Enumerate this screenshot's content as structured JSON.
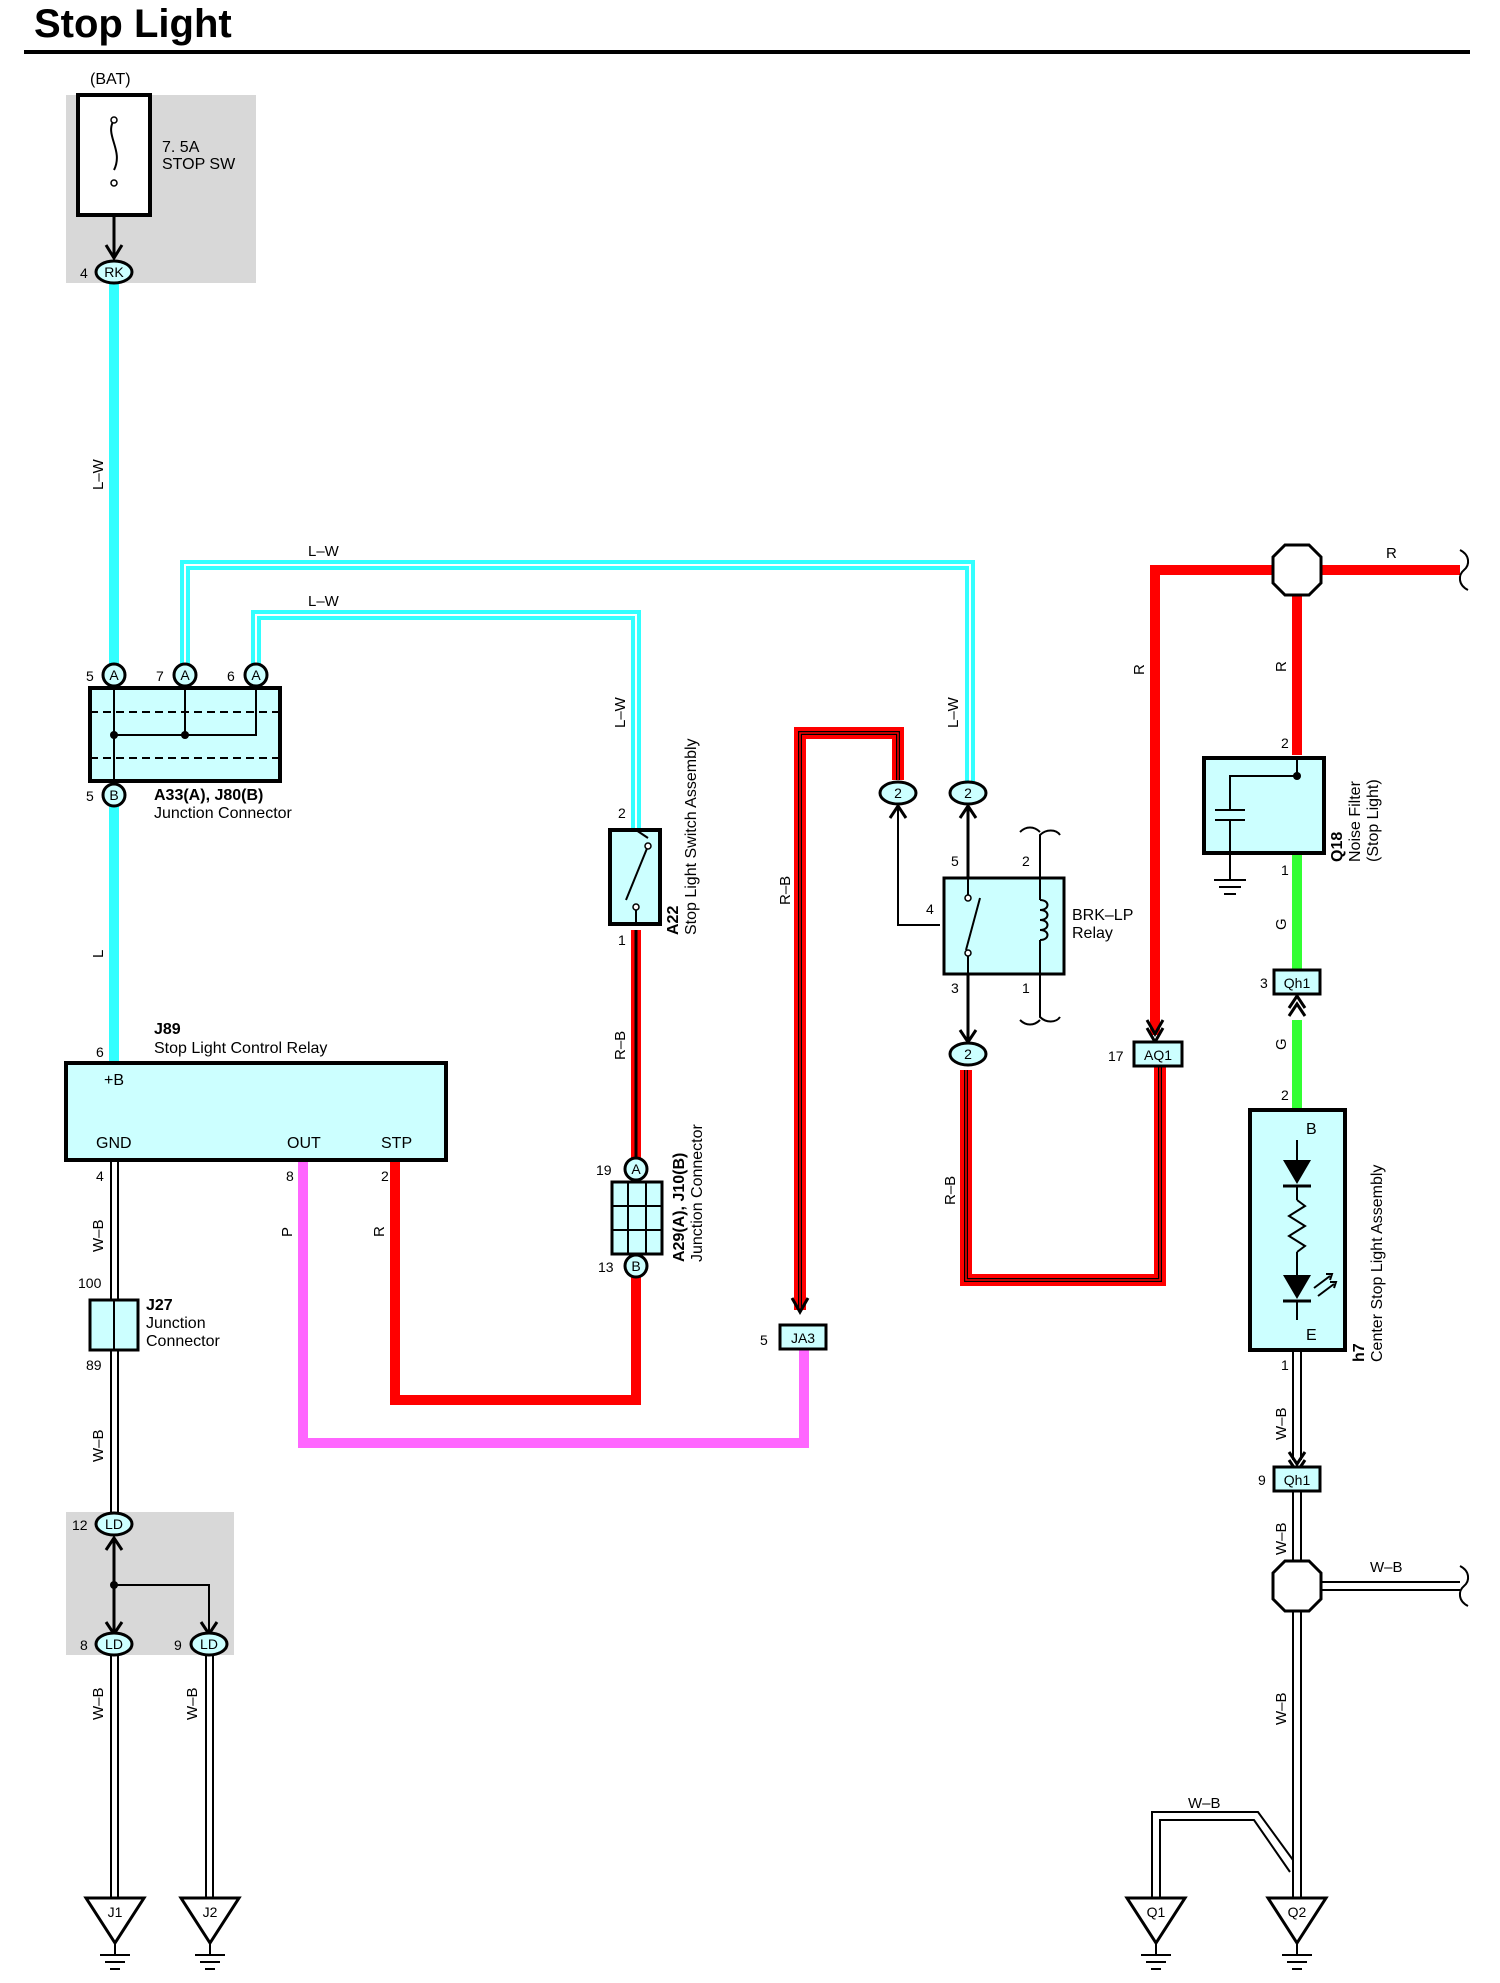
{
  "title": "Stop Light",
  "colors": {
    "light_blue": "#33ffff",
    "red": "#ff0000",
    "green": "#33ff33",
    "pink": "#ff66ff",
    "component_fill": "#ccffff",
    "shade": "#d8d8d8"
  },
  "power": {
    "source": "(BAT)",
    "fuse_rating": "7. 5A",
    "fuse_name": "STOP SW",
    "pin": "4",
    "connector": "RK"
  },
  "wire_labels": {
    "lw": "L–W",
    "l": "L",
    "rb": "R–B",
    "r": "R",
    "p": "P",
    "wb": "W–B",
    "g": "G"
  },
  "junction_a33": {
    "name": "A33(A), J80(B)",
    "desc": "Junction Connector",
    "pins": [
      "5",
      "7",
      "6",
      "5"
    ],
    "letters": [
      "A",
      "A",
      "A",
      "B"
    ]
  },
  "relay_j89": {
    "name": "J89",
    "desc": "Stop Light Control Relay",
    "terminals": {
      "b": "+B",
      "gnd": "GND",
      "out": "OUT",
      "stp": "STP"
    },
    "pins": {
      "b": "6",
      "gnd": "4",
      "out": "8",
      "stp": "2"
    }
  },
  "switch_a22": {
    "name": "A22",
    "desc": "Stop Light Switch Assembly",
    "pins": [
      "2",
      "1"
    ]
  },
  "junction_a29": {
    "name": "A29(A), J10(B)",
    "desc": "Junction Connector",
    "pins": [
      "19",
      "13"
    ],
    "letters": [
      "A",
      "B"
    ]
  },
  "junction_j27": {
    "name": "J27",
    "desc_line1": "Junction",
    "desc_line2": "Connector",
    "pins": [
      "100",
      "89"
    ]
  },
  "connector_ja3": {
    "pin": "5",
    "name": "JA3"
  },
  "relay_brk": {
    "name": "BRK–LP",
    "desc": "Relay",
    "pins": {
      "p5": "5",
      "p2": "2",
      "p4": "4",
      "p3": "3",
      "p1": "1"
    },
    "conn_pin": "2"
  },
  "connector_aq1": {
    "pin": "17",
    "name": "AQ1"
  },
  "noise_filter": {
    "name": "Q18",
    "desc_line1": "Noise Filter",
    "desc_line2": "(Stop Light)",
    "pins": [
      "2",
      "1"
    ]
  },
  "connector_qh1": {
    "name": "Qh1",
    "pins": [
      "3",
      "9"
    ]
  },
  "center_stop": {
    "name": "h7",
    "desc": "Center Stop Light Assembly",
    "terminals": {
      "b": "B",
      "e": "E"
    },
    "pins": [
      "2",
      "1"
    ]
  },
  "ld_connector": {
    "name": "LD",
    "pins": [
      "12",
      "8",
      "9"
    ]
  },
  "grounds": [
    "J1",
    "J2",
    "Q1",
    "Q2"
  ]
}
